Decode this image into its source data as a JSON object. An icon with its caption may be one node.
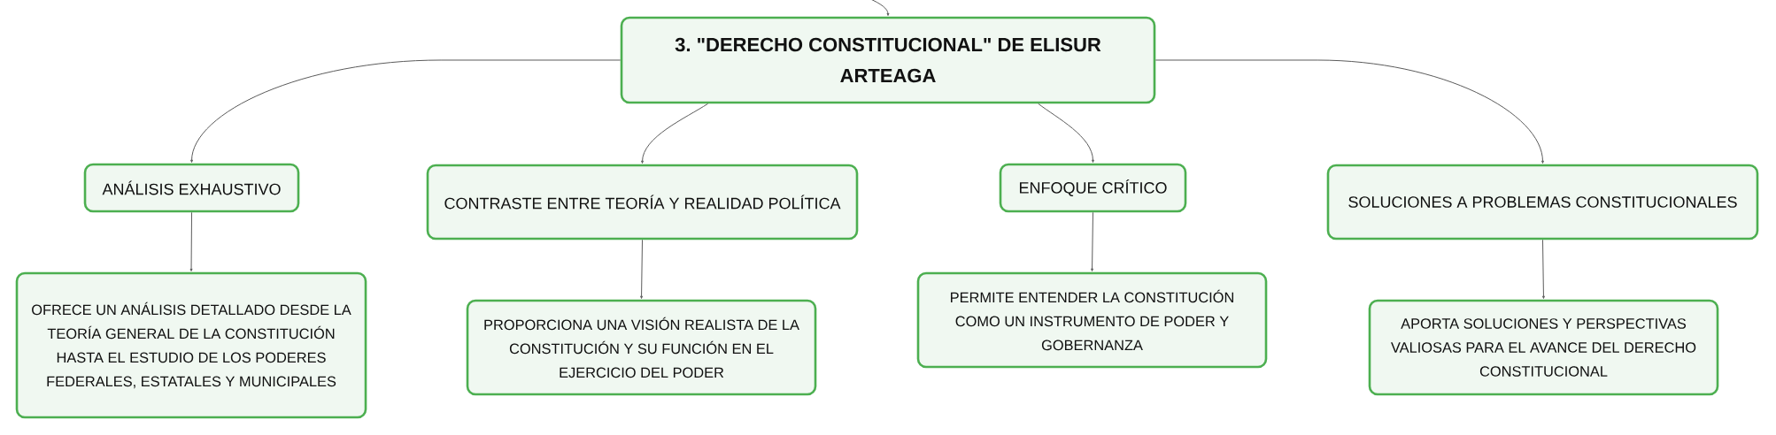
{
  "diagram": {
    "nodes": [
      {
        "text": [
          "3. \"DERECHO CONSTITUCIONAL\" DE ELISUR ARTEAGA"
        ]
      },
      {
        "text": [
          "ANÁLISIS EXHAUSTIVO"
        ]
      },
      {
        "text": [
          "CONTRASTE ENTRE TEORÍA Y REALIDAD POLÍTICA"
        ]
      },
      {
        "text": [
          "ENFOQUE CRÍTICO"
        ]
      },
      {
        "text": [
          "SOLUCIONES A PROBLEMAS CONSTITUCIONALES"
        ]
      },
      {
        "text": [
          "OFRECE UN ANÁLISIS DETALLADO DESDE LA TEORÍA GENERAL DE LA CONSTITUCIÓN HASTA EL ESTUDIO DE LOS PODERES FEDERALES, ESTATALES Y MUNICIPALES"
        ]
      },
      {
        "text": [
          "PROPORCIONA UNA VISIÓN REALISTA DE LA CONSTITUCIÓN Y SU FUNCIÓN EN EL EJERCICIO DEL PODER"
        ]
      },
      {
        "text": [
          "PERMITE ENTENDER LA CONSTITUCIÓN COMO UN INSTRUMENTO DE PODER Y GOBERNANZA"
        ]
      },
      {
        "text": [
          "APORTA SOLUCIONES Y PERSPECTIVAS VALIOSAS PARA EL AVANCE DEL DERECHO CONSTITUCIONAL"
        ]
      }
    ],
    "edges": [
      {
        "from": null,
        "to": 0,
        "arrow": "to"
      },
      {
        "from": 0,
        "to": 1,
        "arrow": "to"
      },
      {
        "from": 0,
        "to": 2,
        "arrow": "to"
      },
      {
        "from": 0,
        "to": 3,
        "arrow": "to"
      },
      {
        "from": 0,
        "to": 4,
        "arrow": "to"
      },
      {
        "from": 1,
        "to": 5,
        "arrow": "to"
      },
      {
        "from": 2,
        "to": 6,
        "arrow": "to"
      },
      {
        "from": 3,
        "to": 7,
        "arrow": "to"
      },
      {
        "from": 4,
        "to": 8,
        "arrow": "to"
      }
    ]
  }
}
